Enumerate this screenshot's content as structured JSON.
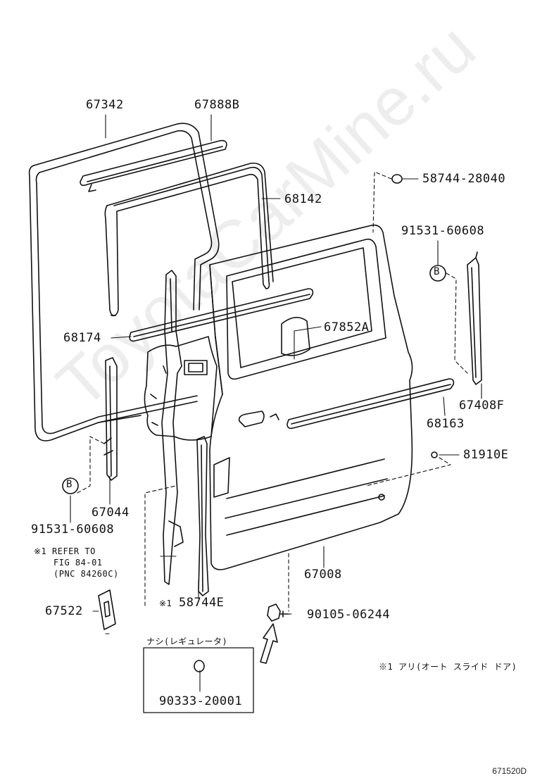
{
  "diagram": {
    "watermark": "ToyotaCarMine.ru",
    "figure_code": "671520D",
    "callouts": {
      "b_marker": "B",
      "ref1_marker": "※1"
    },
    "parts": {
      "p67342": "67342",
      "p67888B": "67888B",
      "p58744_28040": "58744-28040",
      "p68142": "68142",
      "p91531_60608_right": "91531-60608",
      "p67852A": "67852A",
      "p68174": "68174",
      "p67408F": "67408F",
      "p68163": "68163",
      "p81910E": "81910E",
      "p67044": "67044",
      "p91531_60608_left": "91531-60608",
      "p67008": "67008",
      "p58744E": "58744E",
      "p67522": "67522",
      "p90105_06244": "90105-06244",
      "p90333_20001": "90333-20001"
    },
    "notes": {
      "refer_line1": "※1 REFER TO",
      "refer_line2": "FIG 84-01",
      "refer_line3": "(PNC 84260C)",
      "box_title": "ナシ(レギュレータ)",
      "footnote": "※1 アリ(オート スライド ドア)"
    }
  }
}
